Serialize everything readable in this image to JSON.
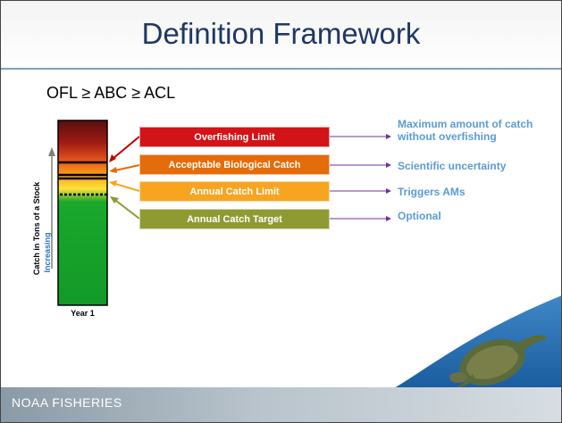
{
  "slide": {
    "title": "Definition Framework",
    "equation": "OFL ≥ ABC ≥ ACL"
  },
  "bar": {
    "ylabel": "Catch in Tons of a Stock",
    "ylabel_sub": "Increasing",
    "xlabel": "Year 1"
  },
  "boxes": [
    {
      "label": "Overfishing Limit",
      "color": "#d21317",
      "description": "Maximum amount of catch\nwithout overfishing",
      "description_lines": [
        "Maximum amount of catch",
        "without overfishing"
      ]
    },
    {
      "label": "Acceptable Biological Catch",
      "color": "#e46c0a",
      "description": "Scientific uncertainty"
    },
    {
      "label": "Annual Catch Limit",
      "color": "#f7a521",
      "description": "Triggers AMs"
    },
    {
      "label": "Annual Catch Target",
      "color": "#8f9a32",
      "description": "Optional"
    }
  ],
  "footer": {
    "text": "NOAA FISHERIES"
  },
  "colors": {
    "title": "#1f3864",
    "description": "#5b9bd5",
    "arrow": "#7030a0"
  }
}
